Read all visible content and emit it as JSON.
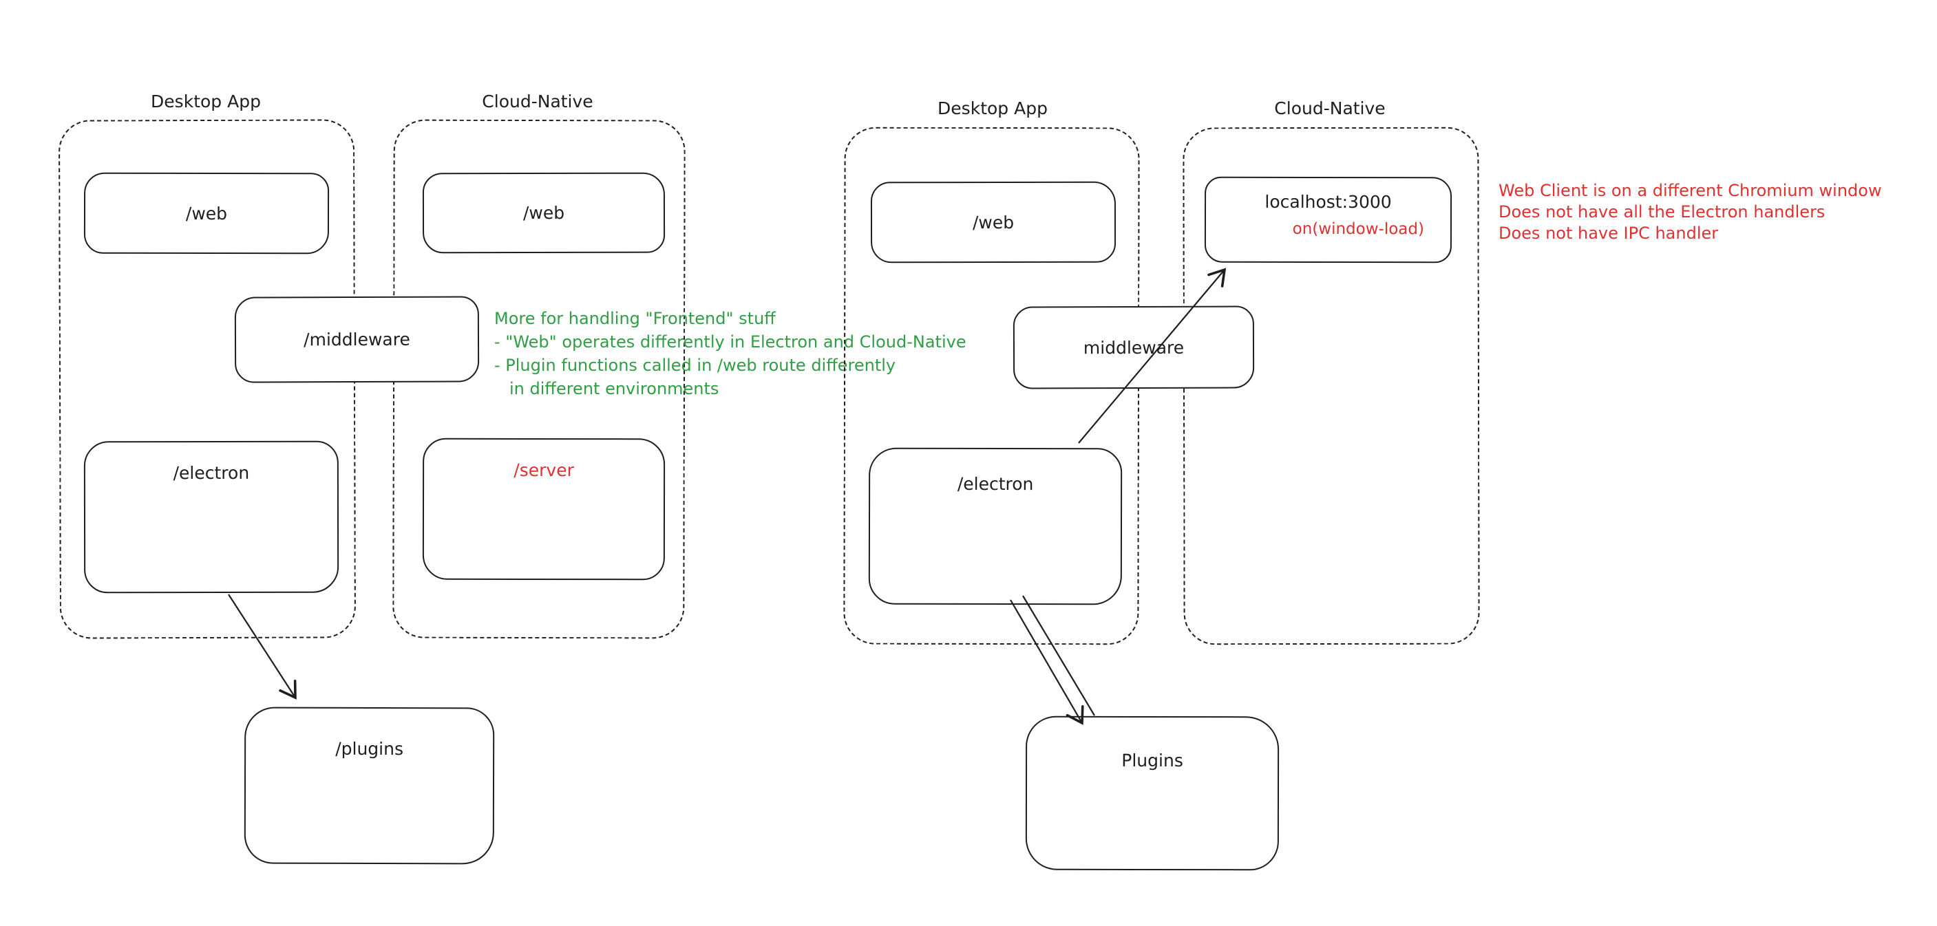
{
  "left": {
    "desktop": {
      "title": "Desktop App",
      "web": "/web",
      "electron": "/electron"
    },
    "cloud": {
      "title": "Cloud-Native",
      "web": "/web",
      "server": "/server"
    },
    "middleware": "/middleware",
    "plugins": "/plugins",
    "note": {
      "lines": [
        "More for handling \"Frontend\" stuff",
        "- \"Web\" operates differently in Electron and Cloud-Native",
        "- Plugin functions called in /web route differently",
        "in different environments"
      ]
    }
  },
  "right": {
    "desktop": {
      "title": "Desktop App",
      "web": "/web",
      "electron": "/electron"
    },
    "cloud": {
      "title": "Cloud-Native",
      "localhost": "localhost:3000",
      "handler": "on(window-load)"
    },
    "middleware": "middleware",
    "plugins": "Plugins",
    "note": {
      "lines": [
        "Web Client is on a different Chromium window",
        "Does not have all the Electron handlers",
        "Does not have IPC handler"
      ]
    }
  },
  "colors": {
    "stroke": "#1e1e1e",
    "green": "#2f9e44",
    "red": "#e03131",
    "background": "#ffffff"
  }
}
